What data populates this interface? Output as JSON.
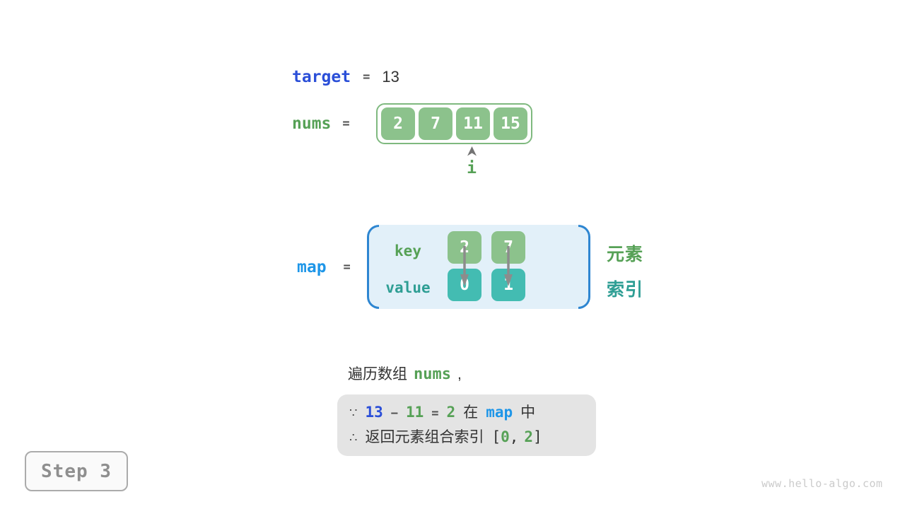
{
  "colors": {
    "royal_blue": "#2B4FD8",
    "bright_blue": "#1E96E8",
    "green_text": "#56A156",
    "teal_text": "#2E9E94",
    "green_cell_fill": "#8CC28C",
    "teal_cell_fill": "#43BCB2",
    "array_border_green": "#7FB97F",
    "map_fill_light_blue": "#E2F0F9",
    "map_bracket_blue": "#2E86D1",
    "arrow_gray": "#8C8C8C",
    "conclusion_box_gray": "#E4E4E4",
    "badge_gray": "#8F8F8F",
    "watermark_gray": "#CBCBCB"
  },
  "icons": {
    "index_pointer": "up-arrow-icon",
    "key_to_value": "down-arrow-icon"
  },
  "target_row": {
    "label": "target",
    "equals": "=",
    "value": "13"
  },
  "nums_row": {
    "label": "nums",
    "equals": "=",
    "cells": [
      "2",
      "7",
      "11",
      "15"
    ],
    "pointer": {
      "label": "i",
      "index": 2
    }
  },
  "map_row": {
    "label": "map",
    "equals": "=",
    "key_label": "key",
    "value_label": "value",
    "keys": [
      "2",
      "7"
    ],
    "values": [
      "0",
      "1"
    ],
    "element_label": "元素",
    "index_label": "索引"
  },
  "caption": {
    "text": "遍历数组",
    "code": "nums",
    "comma": ","
  },
  "conclusion": {
    "because": {
      "symbol": "∵",
      "minuend": "13",
      "minus": "−",
      "subtrahend": "11",
      "equals": "=",
      "difference": "2",
      "in_prefix": "在",
      "map_label": "map",
      "in_suffix": "中"
    },
    "therefore": {
      "symbol": "∴",
      "text": "返回元素组合索引",
      "open_bracket": "[",
      "first_index": "0",
      "comma": ",",
      "second_index": "2",
      "close_bracket": "]"
    }
  },
  "step_badge": {
    "label": "Step 3"
  },
  "watermark": {
    "text": "www.hello-algo.com"
  }
}
